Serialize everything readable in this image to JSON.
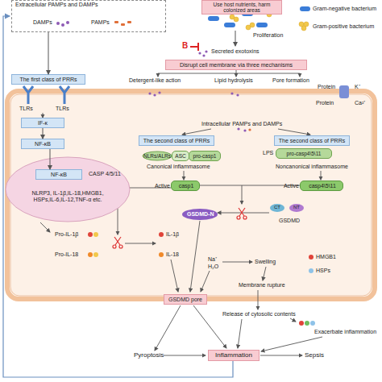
{
  "diagram": {
    "nodes": [
      {
        "text": [
          "Extracellular PAMPs and DAMPs",
          "DAMPs",
          "PAMPs"
        ]
      },
      {
        "text": [
          "Use host nutrients, harm colonized areas"
        ]
      },
      {
        "text": [
          "Disrupt cell membrane via three mechanisms"
        ]
      },
      {
        "text": [
          "The first class of PRRs"
        ]
      },
      {
        "text": [
          "IF-κ"
        ]
      },
      {
        "text": [
          "NF-κB"
        ]
      },
      {
        "text": [
          "NLRP3, IL-1β,IL-18,HMGB1, HSPs,IL-6,IL-12,TNF-α etc."
        ]
      },
      {
        "text": [
          "NF-κB"
        ],
        "in": 6
      },
      {
        "text": [
          "The second class of PRRs"
        ]
      },
      {
        "text": [
          "The second class of PRRs"
        ]
      },
      {
        "text": [
          "NLRs/ALRs"
        ]
      },
      {
        "text": [
          "ASC"
        ]
      },
      {
        "text": [
          "pro-casp1"
        ]
      },
      {
        "text": [
          "pro-casp4\\5\\11"
        ]
      },
      {
        "text": [
          "Active",
          "casp1"
        ]
      },
      {
        "text": [
          "Active",
          "casp4\\5\\11"
        ]
      },
      {
        "text": [
          "GSDMD pore"
        ]
      },
      {
        "text": [
          "Inflammation"
        ]
      }
    ],
    "edges": [
      {
        "from": 0,
        "to": 3,
        "arrow": "to"
      },
      {
        "from": 4,
        "to": 5,
        "arrow": "to"
      },
      {
        "from": 5,
        "to": 7,
        "arrow": "to"
      }
    ],
    "labels": [
      "Proliferation",
      "B",
      "Secreted exotoxins",
      "Detergent-like action",
      "Lipid hydrolysis",
      "Pore formation",
      "Protein",
      "K⁺",
      "Protein",
      "Ca²⁺",
      "TLRs",
      "TLRs",
      "CASP 4/5/11",
      "Intracellular PAMPs and DAMPs",
      "Canonical inflammasome",
      "LPS",
      "Noncanonical inflammasome",
      "GSDMD-N",
      "CT",
      "NT",
      "GSDMD",
      "Pro-IL-1β",
      "Pro-IL-18",
      "IL-1β",
      "IL-18",
      "Na⁺",
      "H₂O",
      "Swelling",
      "HMGB1",
      "HSPs",
      "Membrane rupture",
      "Release of cytosolic contents",
      "Exacerbate inflammation",
      "Pyroptosis",
      "Sepsis"
    ],
    "legend": [
      {
        "text": "Gram-negative bacterium"
      },
      {
        "text": "Gram-positive bacterium"
      }
    ]
  }
}
